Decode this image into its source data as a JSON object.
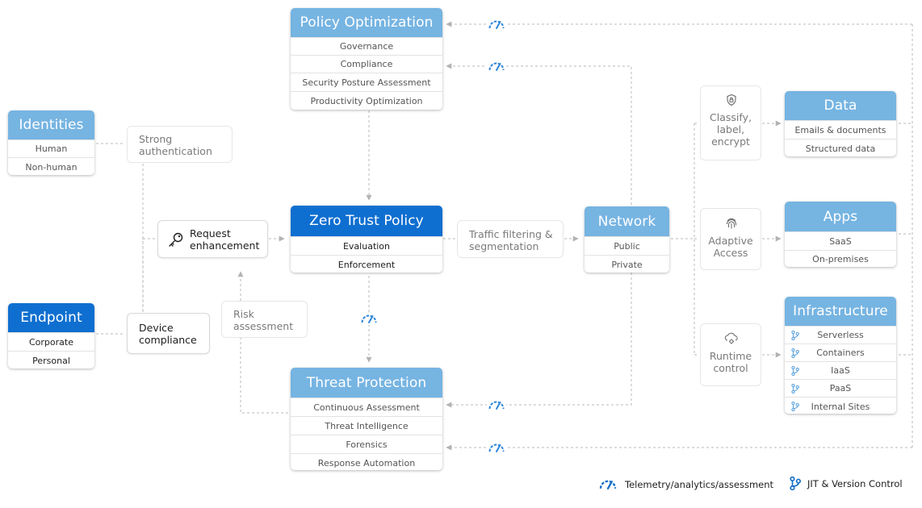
{
  "colors": {
    "header_light": "#76b4e2",
    "header_dark": "#0f6fd0",
    "connector": "#b3b3b3",
    "icon_accent": "#2f86d8"
  },
  "policy_optimization": {
    "title": "Policy Optimization",
    "items": [
      "Governance",
      "Compliance",
      "Security Posture Assessment",
      "Productivity Optimization"
    ]
  },
  "identities": {
    "title": "Identities",
    "items": [
      "Human",
      "Non-human"
    ]
  },
  "endpoint": {
    "title": "Endpoint",
    "items": [
      "Corporate",
      "Personal"
    ]
  },
  "zero_trust_policy": {
    "title": "Zero Trust Policy",
    "items": [
      "Evaluation",
      "Enforcement"
    ]
  },
  "threat_protection": {
    "title": "Threat Protection",
    "items": [
      "Continuous Assessment",
      "Threat Intelligence",
      "Forensics",
      "Response Automation"
    ]
  },
  "network": {
    "title": "Network",
    "items": [
      "Public",
      "Private"
    ]
  },
  "data": {
    "title": "Data",
    "items": [
      "Emails & documents",
      "Structured data"
    ]
  },
  "apps": {
    "title": "Apps",
    "items": [
      "SaaS",
      "On-premises"
    ]
  },
  "infrastructure": {
    "title": "Infrastructure",
    "items": [
      "Serverless",
      "Containers",
      "IaaS",
      "PaaS",
      "Internal Sites"
    ]
  },
  "labels": {
    "strong_auth": [
      "Strong",
      "authentication"
    ],
    "device_compliance": [
      "Device",
      "compliance"
    ],
    "request_enhancement": [
      "Request",
      "enhancement"
    ],
    "risk_assessment": [
      "Risk",
      "assessment"
    ],
    "traffic_filtering": [
      "Traffic filtering &",
      "segmentation"
    ],
    "classify": [
      "Classify,",
      "label,",
      "encrypt"
    ],
    "adaptive_access": [
      "Adaptive",
      "Access"
    ],
    "runtime_control": [
      "Runtime",
      "control"
    ]
  },
  "legend": {
    "telemetry": "Telemetry/analytics/assessment",
    "jit": "JIT & Version Control"
  },
  "icons": {
    "telemetry": "gauge-icon",
    "jit": "branch-icon",
    "request": "key-icon",
    "classify": "shield-lock-icon",
    "adaptive": "fingerprint-icon",
    "runtime": "cloud-gear-icon"
  }
}
